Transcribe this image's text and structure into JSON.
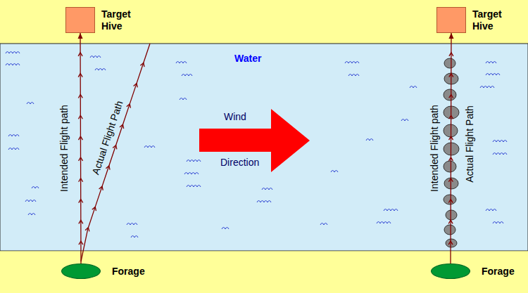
{
  "diagram": {
    "nodes": [
      {
        "text": [
          "Target Hive"
        ]
      },
      {
        "text": [
          "Target Hive"
        ]
      },
      {
        "text": [
          "Forage"
        ]
      },
      {
        "text": [
          "Forage"
        ]
      }
    ],
    "edges": [
      {
        "from": 2,
        "to": 0,
        "arrow": "to",
        "label": "Intended Flight path"
      },
      {
        "from": 3,
        "to": 1,
        "arrow": "to",
        "label": "Intended Flight path"
      }
    ],
    "labels": [
      "Water",
      "Wind",
      "Direction",
      "Actual Flight Path",
      "Actual Flight Path"
    ]
  }
}
